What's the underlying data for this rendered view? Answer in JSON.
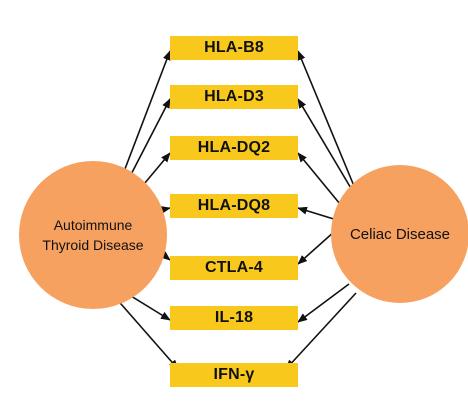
{
  "diagram": {
    "nodes": {
      "autoimmune_thyroid_disease": "Autoimmune Thyroid Disease",
      "celiac_disease": "Celiac Disease"
    },
    "genes": [
      "HLA-B8",
      "HLA-D3",
      "HLA-DQ2",
      "HLA-DQ8",
      "CTLA-4",
      "IL-18",
      "IFN-γ"
    ],
    "edges": "Each gene receives an arrow from both Autoimmune Thyroid Disease and Celiac Disease",
    "colors": {
      "gene_box": "#f8c81c",
      "disease_node": "#f7a161",
      "arrow": "#111111",
      "background": "#ffffff"
    }
  }
}
